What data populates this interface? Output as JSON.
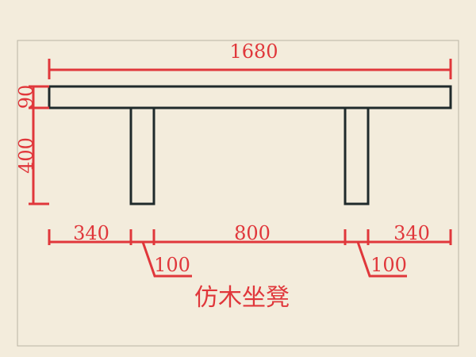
{
  "drawing": {
    "overall_length": "1680",
    "seat_thickness": "90",
    "leg_height": "400",
    "end_span_left": "340",
    "middle_span": "800",
    "end_span_right": "340",
    "leg_width_left": "100",
    "leg_width_right": "100",
    "title": "仿木坐凳"
  },
  "colors": {
    "background": "#f3ecdc",
    "dimension": "#e0373b",
    "outline": "#1f2a2b",
    "border": "#b9b3a3"
  }
}
